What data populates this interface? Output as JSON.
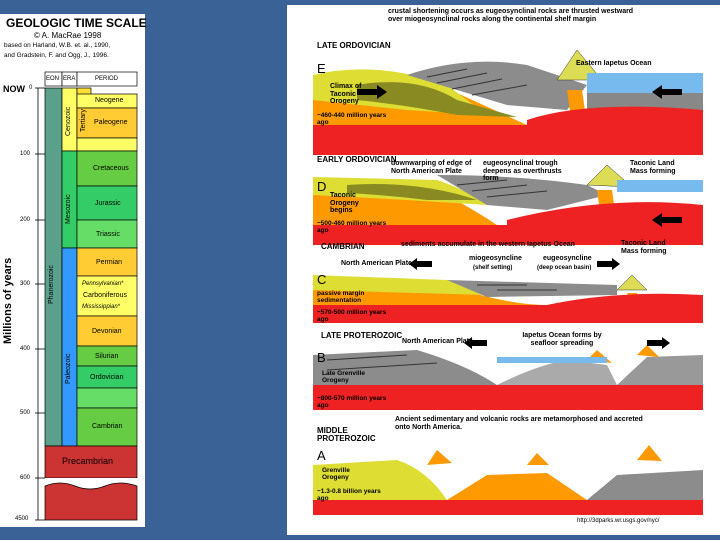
{
  "left_chart": {
    "title": "GEOLOGIC TIME SCALE",
    "credit": "© A. MacRae 1998",
    "based_on": "based on Harland, W.B. et. al., 1990,",
    "and_text": "and Gradstein, F. and Ogg, J., 1996.",
    "header_eon": "EON",
    "header_era": "ERA",
    "header_period": "PERIOD",
    "now": "NOW",
    "ylabel": "Millions of years",
    "ticks": [
      "0",
      "100",
      "200",
      "300",
      "400",
      "500",
      "600",
      "4500"
    ],
    "eon_phanerozoic": "Phanerozoic",
    "era_cenozoic": "Cenozoic",
    "era_tertiary": "Tertiary",
    "era_mesozoic": "Mesozoic",
    "era_paleozoic": "Paleozoic",
    "periods": [
      "Neogene",
      "Paleogene",
      "Cretaceous",
      "Jurassic",
      "Triassic",
      "Permian",
      "Pennsylvanian*",
      "Carboniferous",
      "Mississippian*",
      "Devonian",
      "Silurian",
      "Ordovician",
      "Cambrian",
      "Precambrian"
    ],
    "colors": {
      "eon": "#5aa08a",
      "cenozoic": "#ffff66",
      "tertiary": "#ffe033",
      "mesozoic": "#33cc66",
      "paleozoic": "#3399ff",
      "precambrian": "#cc3333",
      "period_green": "#66cc44",
      "period_yellow": "#ffff66",
      "period_orange": "#ffcc33"
    }
  },
  "right_diagram": {
    "stage_e": {
      "period": "LATE ORDOVICIAN",
      "letter": "E",
      "caption": "crustal shortening occurs as eugeosynclinal rocks are thrusted westward over miogeosynclinal rocks along the continental shelf margin",
      "ocean": "Eastern Iapetus Ocean",
      "event": "Climax of Taconic Orogeny",
      "age": "~460-440 million years ago"
    },
    "stage_d": {
      "period": "EARLY ORDOVICIAN",
      "letter": "D",
      "caption1": "downwarping of edge of North American Plate",
      "caption2": "eugeosynclinal trough deepens as overthrusts form",
      "landmass": "Taconic Land Mass forming",
      "event": "Taconic Orogeny begins",
      "age": "~500-460 million years ago"
    },
    "stage_c": {
      "period": "CAMBRIAN",
      "letter": "C",
      "caption": "sediments accumulate in the western Iapetus Ocean",
      "plate": "North American Plate",
      "mio": "miogeosyncline",
      "mio_sub": "(shelf setting)",
      "eu": "eugeosyncline",
      "eu_sub": "(deep ocean basin)",
      "landmass": "Taconic Land Mass forming",
      "event": "passive margin sedimentation",
      "age": "~570-500 million years ago"
    },
    "stage_b": {
      "period": "LATE PROTEROZOIC",
      "letter": "B",
      "plate": "North American Plate",
      "caption": "Iapetus Ocean forms by seafloor spreading",
      "event": "Late Grenville Orogeny",
      "age": "~800-570 million years ago"
    },
    "stage_a": {
      "period": "MIDDLE PROTEROZOIC",
      "letter": "A",
      "caption": "Ancient sedimentary and volcanic rocks are metamorphosed and accreted onto North America.",
      "event": "Grenville Orogeny",
      "age": "~1.3-0.8 billion years ago"
    },
    "url": "http://3dparks.wr.usgs.gov/nyc/",
    "colors": {
      "mantle": "#ee2222",
      "crust_orange": "#ff9900",
      "shelf_yellow": "#dddd33",
      "olive": "#8a8a22",
      "gray_rock": "#8c8c8c",
      "ocean": "#77bbee"
    }
  }
}
